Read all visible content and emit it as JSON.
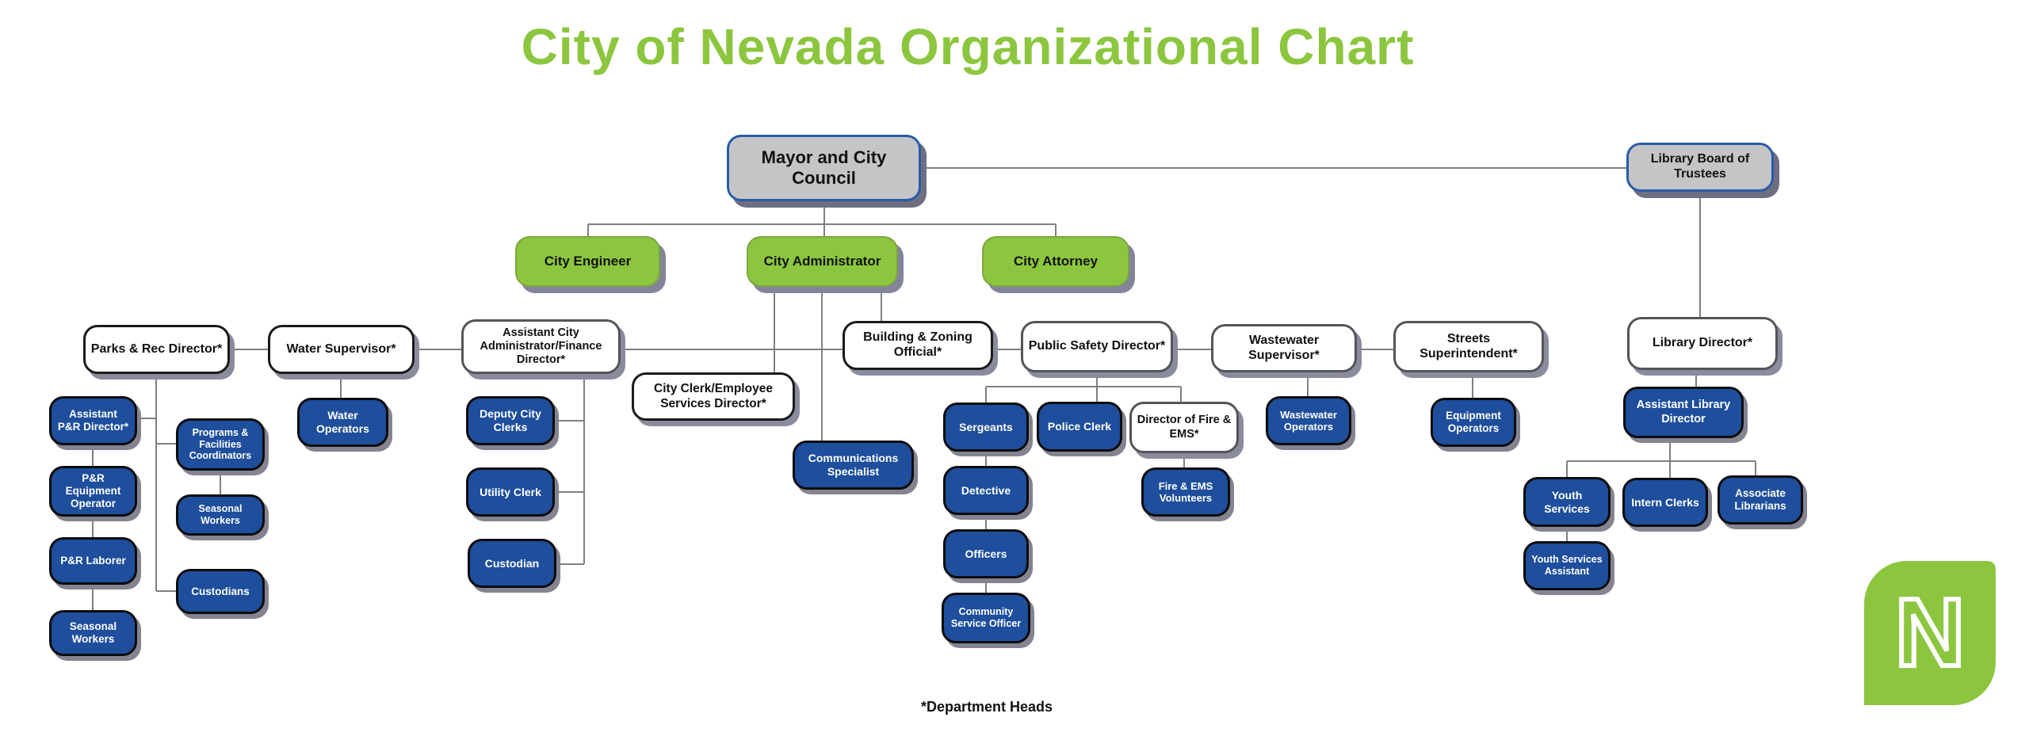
{
  "title": "City of Nevada Organizational Chart",
  "footnote": "*Department Heads",
  "logo": {
    "letter": "N",
    "color": "#8CC63F"
  },
  "colors": {
    "green": "#8CC63F",
    "blue": "#1E4E9C",
    "gray_fill": "#C5C5C7",
    "blue_border": "#2A5CA8",
    "line": "#808080"
  },
  "nodes": {
    "mayor": "Mayor and City Council",
    "library_board": "Library Board of Trustees",
    "city_engineer": "City Engineer",
    "city_administrator": "City Administrator",
    "city_attorney": "City Attorney",
    "parks_rec_director": "Parks & Rec Director*",
    "water_supervisor": "Water Supervisor*",
    "assistant_city_admin": "Assistant City Administrator/Finance Director*",
    "city_clerk": "City Clerk/Employee Services Director*",
    "building_zoning": "Building & Zoning Official*",
    "public_safety_director": "Public Safety Director*",
    "wastewater_supervisor": "Wastewater Supervisor*",
    "streets_superintendent": "Streets Superintendent*",
    "library_director": "Library Director*",
    "assistant_pr_director": "Assistant P&R Director*",
    "pr_equipment_operator": "P&R Equipment Operator",
    "pr_laborer": "P&R Laborer",
    "pr_seasonal_workers": "Seasonal Workers",
    "programs_facilities_coordinators": "Programs & Facilities Coordinators",
    "pf_seasonal_workers": "Seasonal Workers",
    "custodians": "Custodians",
    "water_operators": "Water Operators",
    "deputy_city_clerks": "Deputy City Clerks",
    "utility_clerk": "Utility Clerk",
    "custodian": "Custodian",
    "communications_specialist": "Communications Specialist",
    "sergeants": "Sergeants",
    "police_clerk": "Police Clerk",
    "fire_ems_director": "Director of Fire & EMS*",
    "fire_ems_volunteers": "Fire & EMS Volunteers",
    "detective": "Detective",
    "officers": "Officers",
    "community_service_officer": "Community Service Officer",
    "wastewater_operators": "Wastewater Operators",
    "equipment_operators": "Equipment Operators",
    "assistant_library_director": "Assistant Library Director",
    "youth_services": "Youth Services",
    "intern_clerks": "Intern Clerks",
    "associate_librarians": "Associate Librarians",
    "youth_services_assistant": "Youth Services Assistant"
  },
  "edges": [
    [
      "mayor",
      "city_engineer"
    ],
    [
      "mayor",
      "city_administrator"
    ],
    [
      "mayor",
      "city_attorney"
    ],
    [
      "mayor",
      "library_board"
    ],
    [
      "library_board",
      "library_director"
    ],
    [
      "city_administrator",
      "city_clerk"
    ],
    [
      "city_administrator",
      "communications_specialist"
    ],
    [
      "city_administrator",
      "building_zoning"
    ],
    [
      "parks_rec_director",
      "water_supervisor"
    ],
    [
      "water_supervisor",
      "assistant_city_admin"
    ],
    [
      "assistant_city_admin",
      "building_zoning"
    ],
    [
      "building_zoning",
      "public_safety_director"
    ],
    [
      "public_safety_director",
      "wastewater_supervisor"
    ],
    [
      "wastewater_supervisor",
      "streets_superintendent"
    ],
    [
      "parks_rec_director",
      "assistant_pr_director"
    ],
    [
      "parks_rec_director",
      "programs_facilities_coordinators"
    ],
    [
      "parks_rec_director",
      "custodians"
    ],
    [
      "assistant_pr_director",
      "pr_equipment_operator"
    ],
    [
      "pr_equipment_operator",
      "pr_laborer"
    ],
    [
      "pr_laborer",
      "pr_seasonal_workers"
    ],
    [
      "programs_facilities_coordinators",
      "pf_seasonal_workers"
    ],
    [
      "water_supervisor",
      "water_operators"
    ],
    [
      "assistant_city_admin",
      "deputy_city_clerks"
    ],
    [
      "assistant_city_admin",
      "utility_clerk"
    ],
    [
      "assistant_city_admin",
      "custodian"
    ],
    [
      "public_safety_director",
      "sergeants"
    ],
    [
      "public_safety_director",
      "police_clerk"
    ],
    [
      "public_safety_director",
      "fire_ems_director"
    ],
    [
      "fire_ems_director",
      "fire_ems_volunteers"
    ],
    [
      "sergeants",
      "detective"
    ],
    [
      "detective",
      "officers"
    ],
    [
      "officers",
      "community_service_officer"
    ],
    [
      "wastewater_supervisor",
      "wastewater_operators"
    ],
    [
      "streets_superintendent",
      "equipment_operators"
    ],
    [
      "library_director",
      "assistant_library_director"
    ],
    [
      "assistant_library_director",
      "youth_services"
    ],
    [
      "assistant_library_director",
      "intern_clerks"
    ],
    [
      "assistant_library_director",
      "associate_librarians"
    ],
    [
      "youth_services",
      "youth_services_assistant"
    ]
  ]
}
